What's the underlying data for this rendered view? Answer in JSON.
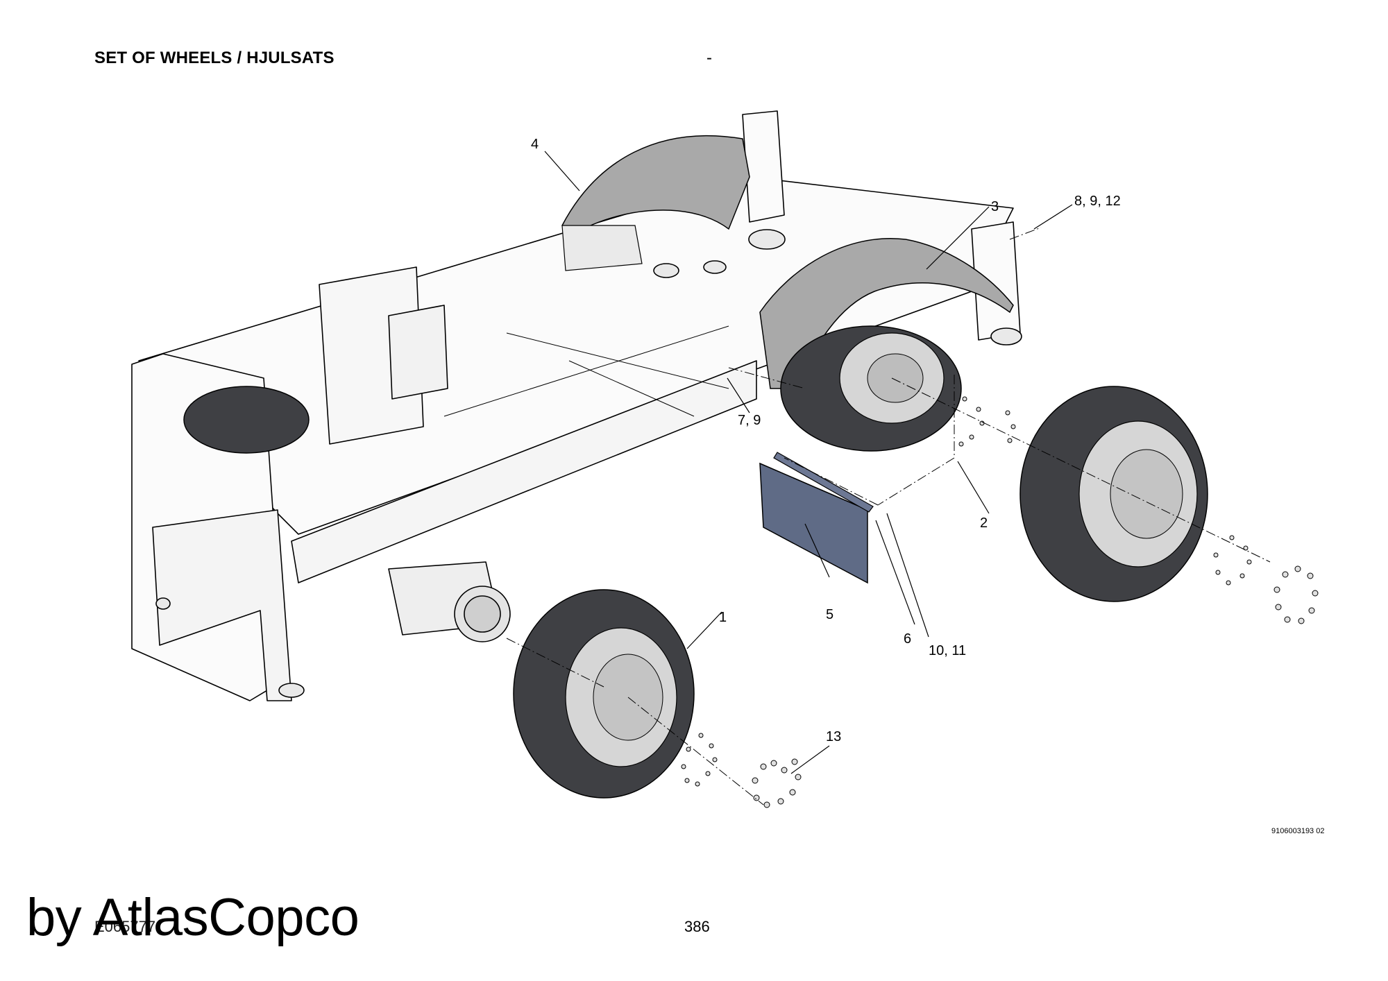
{
  "header": {
    "title": "SET OF WHEELS / HJULSATS",
    "dash": "-"
  },
  "callouts": {
    "c1": "1",
    "c2": "2",
    "c3": "3",
    "c4": "4",
    "c5": "5",
    "c6": "6",
    "c7_9": "7, 9",
    "c8_9_12": "8, 9, 12",
    "c10_11": "10, 11",
    "c13": "13"
  },
  "footer": {
    "drawing_ref": "9106003193 02",
    "page_number": "386",
    "document_number": "E065777",
    "watermark": "by AtlasCopco"
  },
  "colors": {
    "line": "#000000",
    "fender": "#a9a9a9",
    "mudflap": "#5f6b86",
    "tire": "#3f4044",
    "rim": "#d6d6d6",
    "frame": "#fbfbfb"
  }
}
